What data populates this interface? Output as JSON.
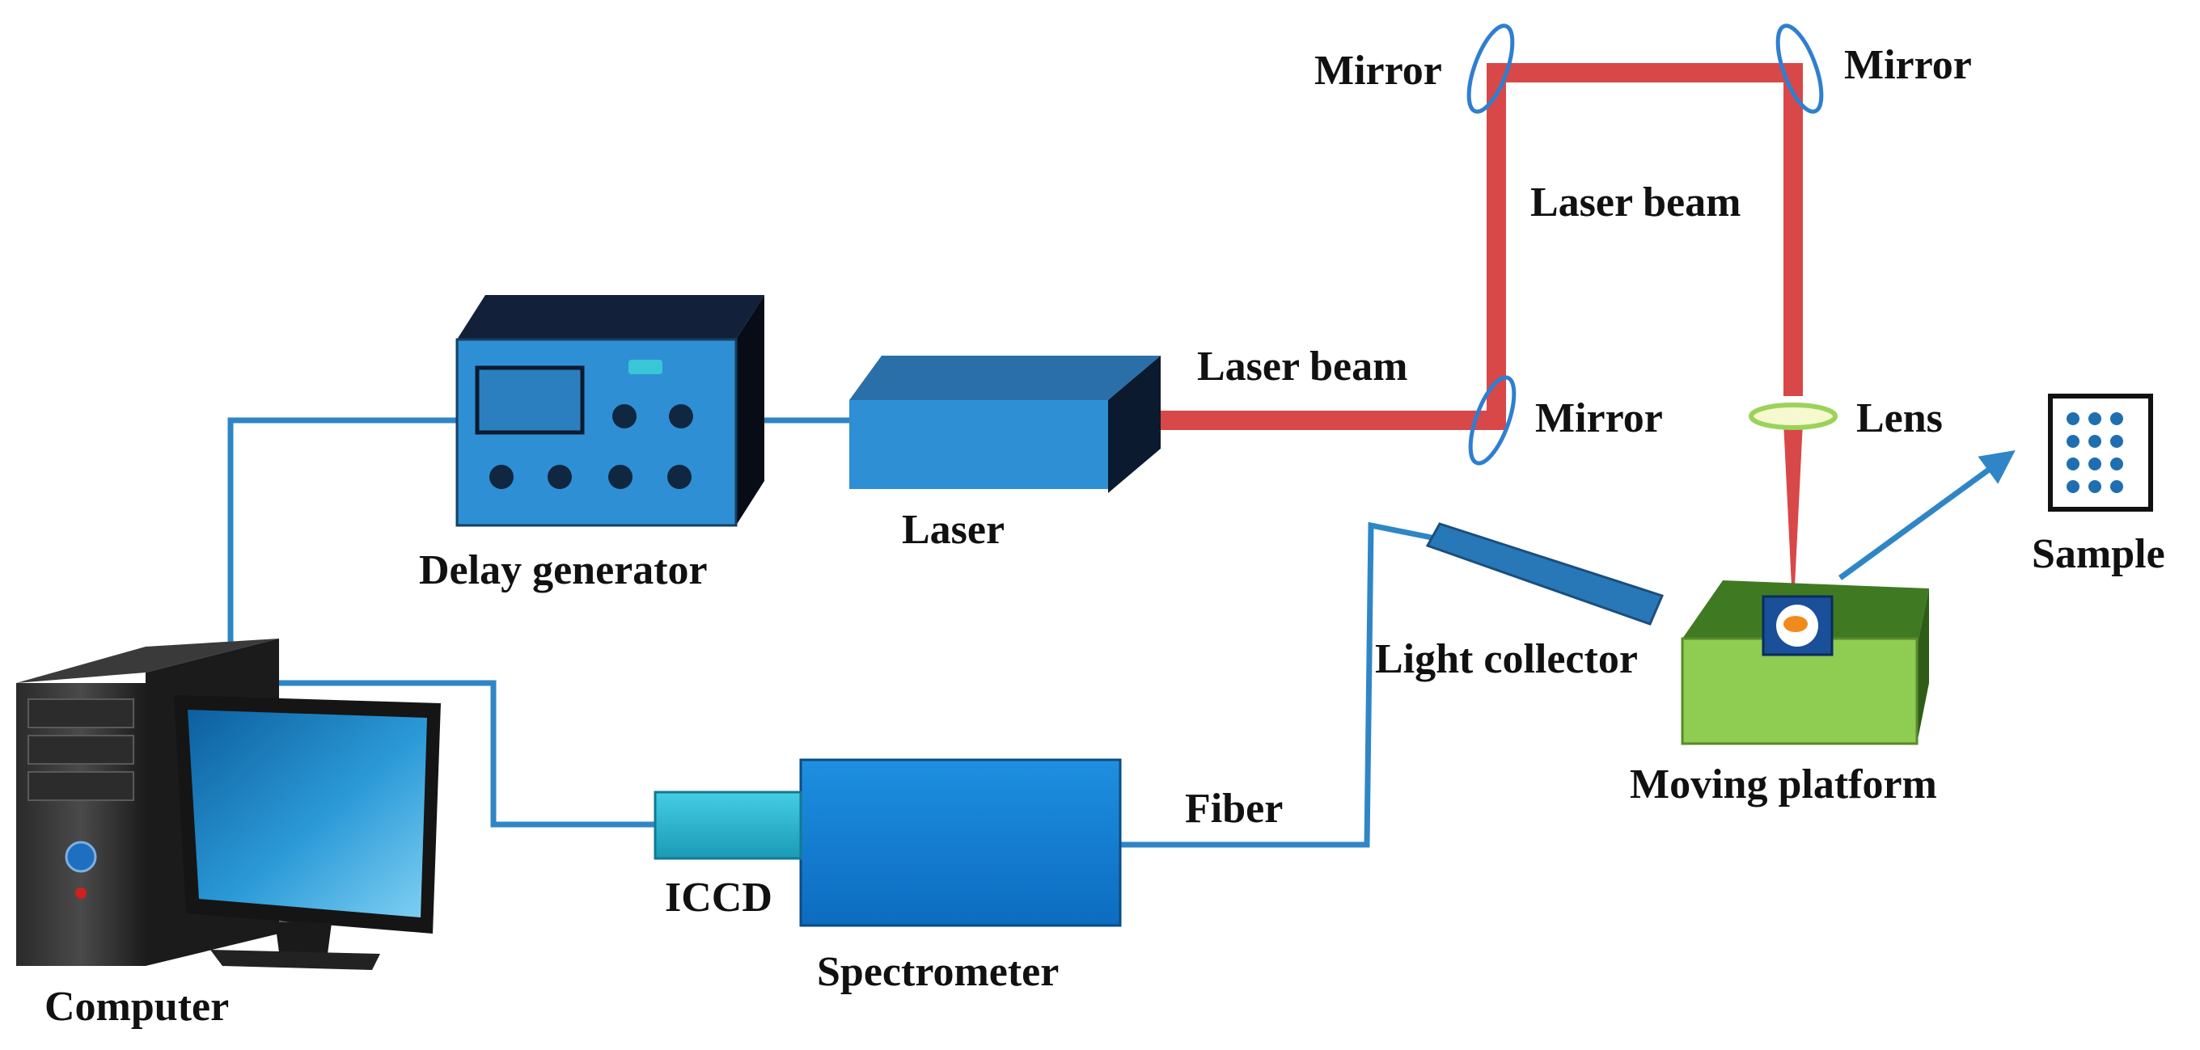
{
  "labels": {
    "mirror_top_left": "Mirror",
    "mirror_top_right": "Mirror",
    "laser_beam_vertical": "Laser beam",
    "laser_beam_horizontal": "Laser beam",
    "mirror_lower": "Mirror",
    "lens": "Lens",
    "sample": "Sample",
    "delay_generator": "Delay generator",
    "laser": "Laser",
    "light_collector": "Light collector",
    "moving_platform": "Moving platform",
    "fiber": "Fiber",
    "iccd": "ICCD",
    "spectrometer": "Spectrometer",
    "computer": "Computer"
  },
  "colors": {
    "laser_beam": "#d94848",
    "cable": "#2f86c6",
    "mirror_outline": "#2f7fd0",
    "device_front": "#2f8fd4",
    "device_dark": "#0b1a2e",
    "laser_box_top": "#2a6fa8",
    "platform_top": "#3f7a22",
    "platform_front": "#8ecc52",
    "iccd": "#2bb3cf",
    "sample_dots": "#1f6fb0",
    "lens_fill": "#f6f8d0",
    "lens_outline": "#9bd35a"
  }
}
